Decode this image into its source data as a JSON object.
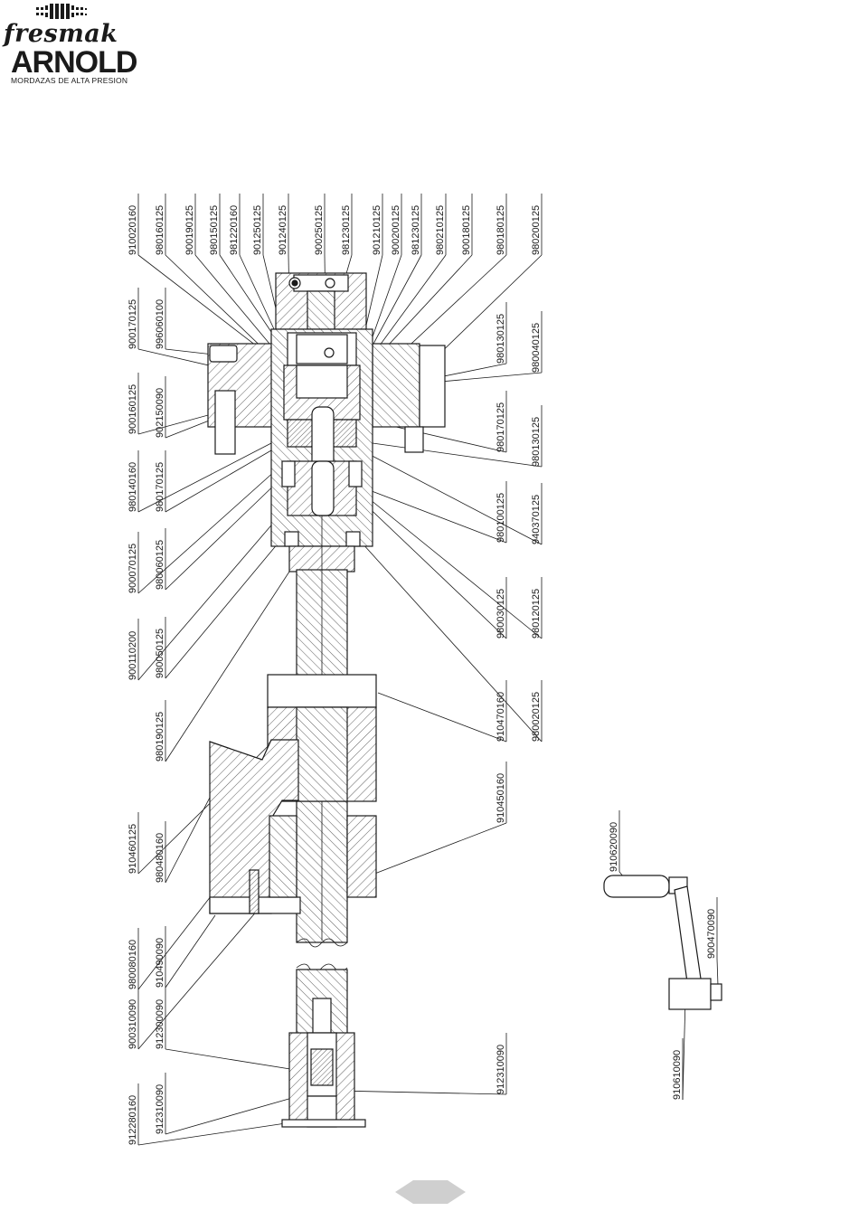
{
  "logo": {
    "brand_primary": "fresmak",
    "brand_secondary": "ARNOLD",
    "tagline": "MORDAZAS DE ALTA PRESION"
  },
  "parts": {
    "top_row": [
      "910020160",
      "980160125",
      "900190125",
      "980150125",
      "981220160",
      "901250125",
      "901240125",
      "900250125",
      "981230125",
      "901210125",
      "900200125",
      "981230125",
      "980210125",
      "900180125",
      "980180125",
      "980200125"
    ],
    "left_col_a": [
      "900170125",
      "900160125",
      "980140160",
      "900070125",
      "900110200",
      "910460125",
      "980080160",
      "900310090",
      "912280160"
    ],
    "left_col_b": [
      "996060100",
      "902150090",
      "980170125",
      "980060125",
      "980050125",
      "980190125",
      "980480160",
      "910490090",
      "912300090",
      "912310090"
    ],
    "right_col_a": [
      "980130125",
      "980170125",
      "980100125",
      "980030125",
      "910470160",
      "910450160",
      "912310090"
    ],
    "right_col_b": [
      "980040125",
      "980130125",
      "940370125",
      "980120125",
      "980020125"
    ],
    "handle": [
      "910620090",
      "900470090",
      "910610090"
    ]
  },
  "colors": {
    "ink": "#1a1a1a",
    "page_marker": "#cfcfcf"
  }
}
